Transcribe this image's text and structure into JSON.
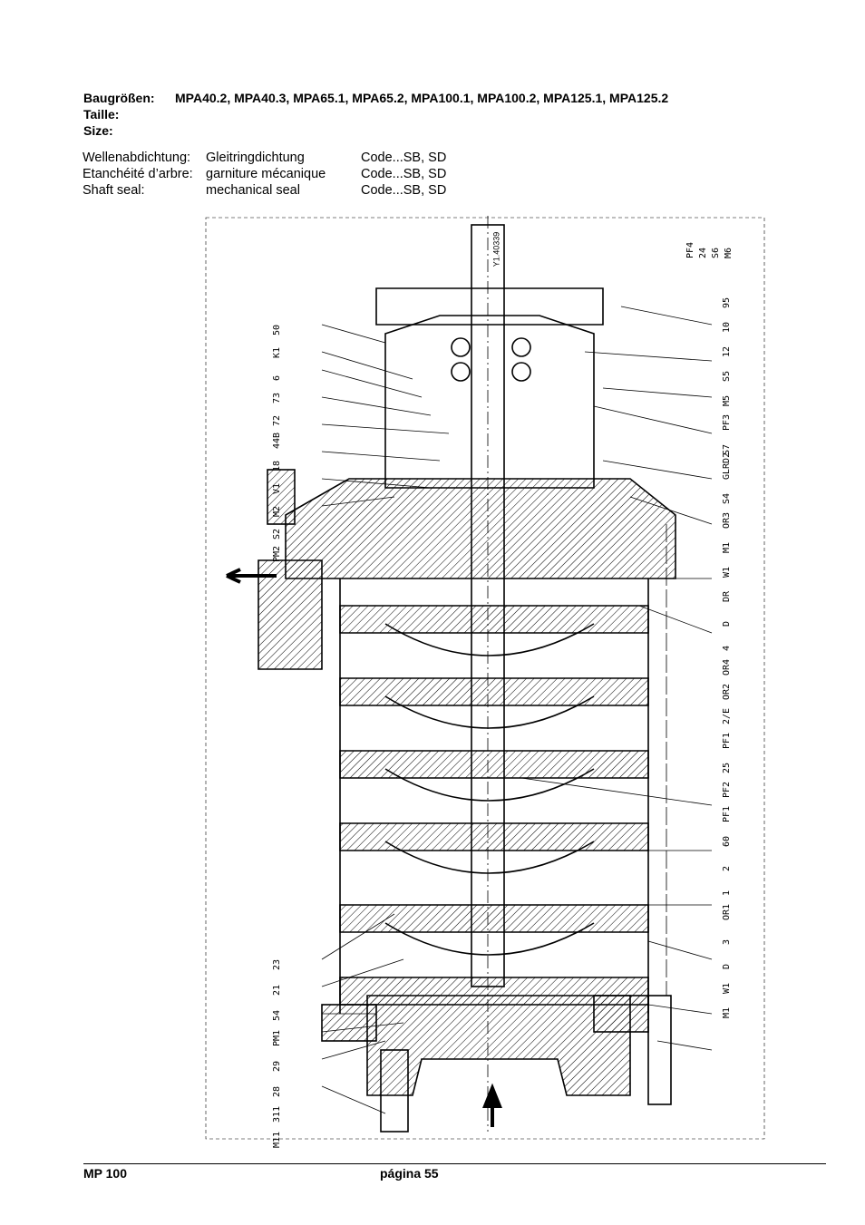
{
  "size": {
    "label_de": "Baugrößen:",
    "label_fr": "Taille:",
    "label_en": "Size:",
    "value": "MPA40.2, MPA40.3, MPA65.1, MPA65.2, MPA100.1, MPA100.2, MPA125.1, MPA125.2"
  },
  "shaft_seal": [
    {
      "label": "Wellenabdichtung:",
      "type": "Gleitringdichtung",
      "code": "Code...SB, SD"
    },
    {
      "label": "Etanchéité d’arbre:",
      "type": "garniture mécanique",
      "code": "Code...SB, SD"
    },
    {
      "label": "Shaft seal:",
      "type": "mechanical seal",
      "code": "Code...SB, SD"
    }
  ],
  "drawing": {
    "shaft_note": "Y1.40339",
    "right_labels": [
      "PF4",
      "24",
      "S6",
      "M6",
      "95",
      "10",
      "12",
      "S5",
      "M5",
      "PF3",
      "S7",
      "GLRD2",
      "S4",
      "OR3",
      "M1",
      "W1",
      "DR",
      "D",
      "4",
      "OR4",
      "OR2",
      "2/E",
      "PF1",
      "25",
      "PF2",
      "PF1",
      "60",
      "2",
      "1",
      "OR1",
      "3",
      "D",
      "W1",
      "M1"
    ],
    "left_labels": [
      "50",
      "K1",
      "6",
      "73",
      "72",
      "44B",
      "18",
      "V1",
      "M2",
      "S2",
      "PM2",
      "23",
      "21",
      "54",
      "PM1",
      "29",
      "28",
      "311",
      "M11"
    ]
  },
  "footer": {
    "left": "MP 100",
    "center": "página 55"
  }
}
